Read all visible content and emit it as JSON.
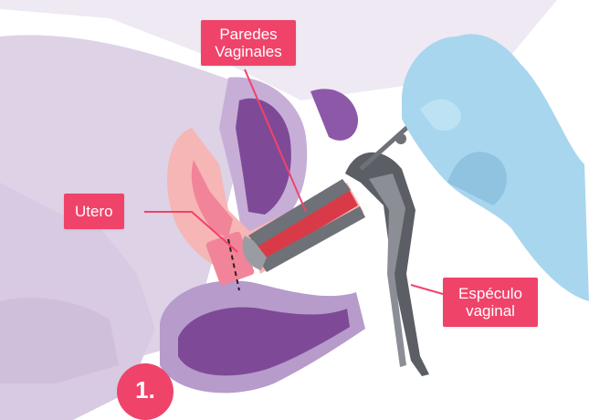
{
  "labels": {
    "vaginal_walls": [
      "Paredes",
      "Vaginales"
    ],
    "uterus": "Utero",
    "speculum": [
      "Espéculo",
      "vaginal"
    ]
  },
  "step_number": "1.",
  "colors": {
    "callout": "#f0436a",
    "body_bg": "#e9e3f0",
    "tissue_purple": "#b99bcb",
    "tissue_dark": "#7e4a97",
    "tissue_pink": "#f6b6b5",
    "uterus_fill": "#f2849a",
    "canal_red": "#d93a48",
    "speculum_metal": "#6f7178",
    "glove": "#a8d6ee"
  }
}
